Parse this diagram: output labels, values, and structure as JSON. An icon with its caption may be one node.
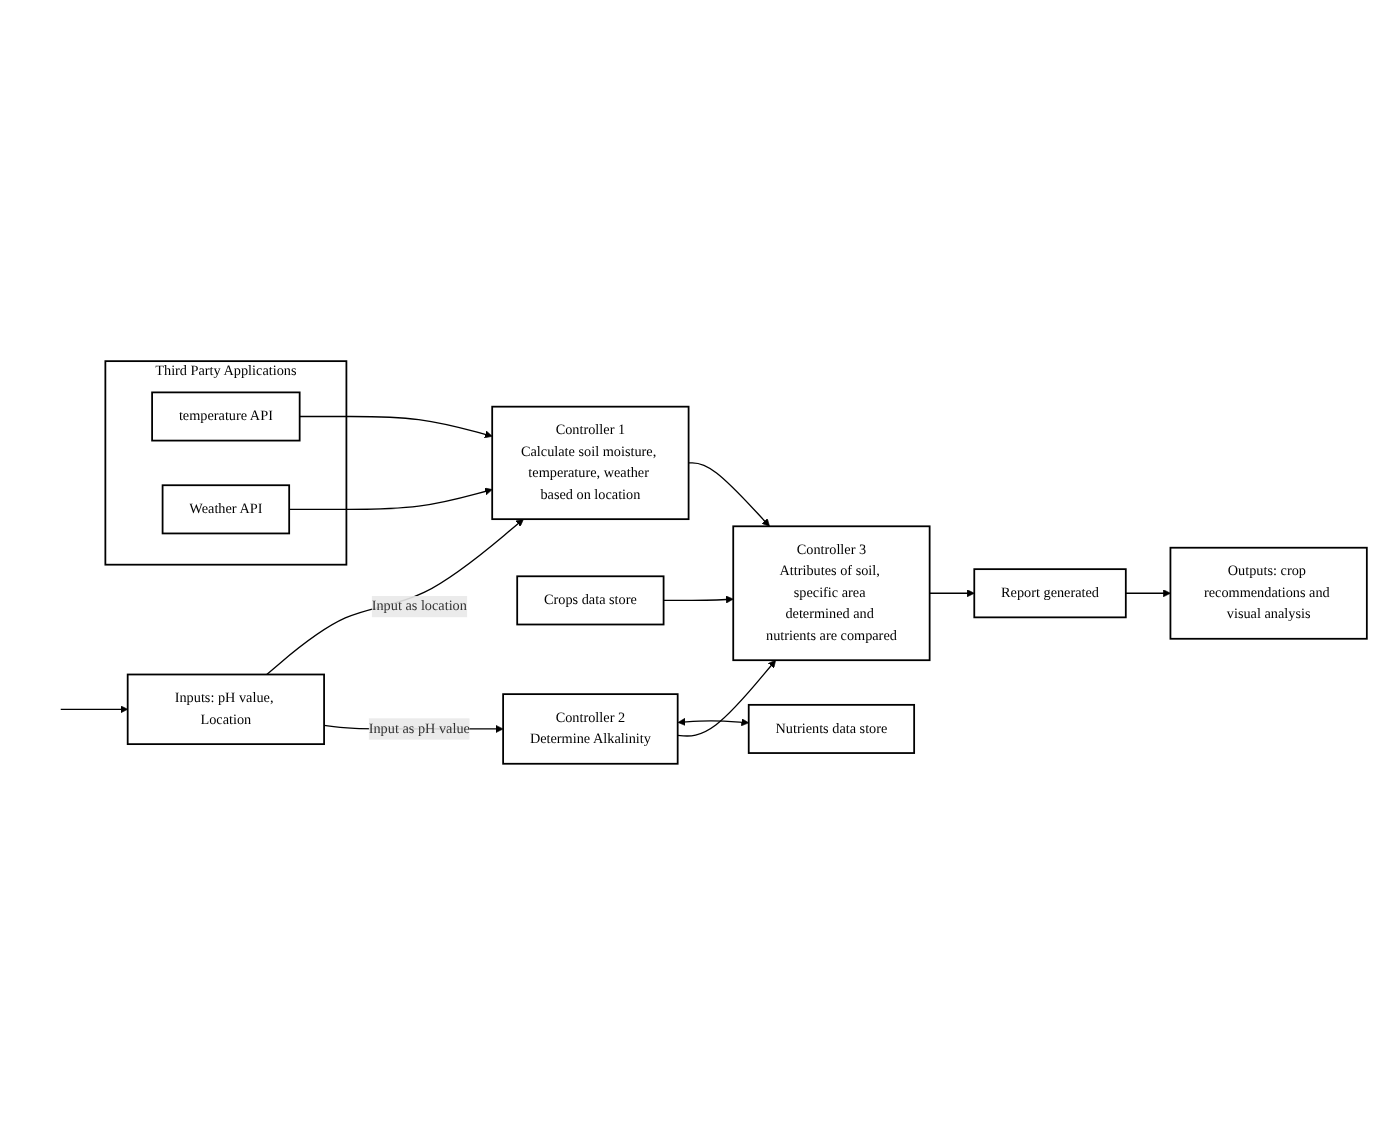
{
  "diagram": {
    "nodes": [
      {
        "text": [
          "Inputs: pH value, Location"
        ]
      },
      {
        "text": [
          "Controller 1",
          "Calculate soil moisture, temperature, weather based on location"
        ]
      },
      {
        "text": [
          "Third Party Applications"
        ]
      },
      {
        "text": [
          "temperature API"
        ],
        "in": 2
      },
      {
        "text": [
          "Weather API"
        ],
        "in": 2
      },
      {
        "text": [
          "Crops data store"
        ]
      },
      {
        "text": [
          "Controller 2",
          "Determine Alkalinity"
        ]
      },
      {
        "text": [
          "Nutrients data store"
        ]
      },
      {
        "text": [
          "Controller 3",
          "Attributes of soil, specific area determined and nutrients are compared"
        ]
      },
      {
        "text": [
          "Report generated"
        ]
      },
      {
        "text": [
          "Outputs: crop recommendations and visual analysis"
        ]
      }
    ],
    "edges": [
      {
        "from": null,
        "to": 0,
        "arrow": "to"
      },
      {
        "from": 0,
        "to": 1,
        "arrow": "to",
        "label": "Input as location"
      },
      {
        "from": 3,
        "to": 1,
        "arrow": "to"
      },
      {
        "from": 4,
        "to": 1,
        "arrow": "to"
      },
      {
        "from": 1,
        "to": 8,
        "arrow": "to"
      },
      {
        "from": 0,
        "to": 6,
        "arrow": "to",
        "label": "Input as pH value"
      },
      {
        "from": 6,
        "to": 7,
        "arrow": "both"
      },
      {
        "from": 6,
        "to": 8,
        "arrow": "to"
      },
      {
        "from": 5,
        "to": 8,
        "arrow": "to"
      },
      {
        "from": 8,
        "to": 9,
        "arrow": "to"
      },
      {
        "from": 9,
        "to": 10,
        "arrow": "to"
      }
    ]
  }
}
